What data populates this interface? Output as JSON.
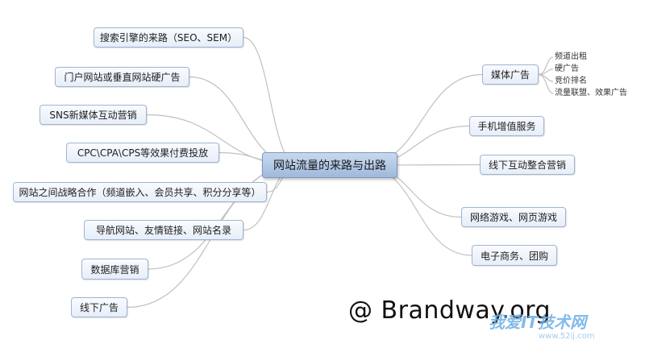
{
  "center": "网站流量的来路与出路",
  "left": [
    {
      "label": "搜索引擎的来路（SEO、SEM）"
    },
    {
      "label": "门户网站或垂直网站硬广告"
    },
    {
      "label": "SNS新媒体互动营销"
    },
    {
      "label": "CPC\\CPA\\CPS等效果付费投放"
    },
    {
      "label": "网站之间战略合作（频道嵌入、会员共享、积分分享等）"
    },
    {
      "label": "导航网站、友情链接、网站名录"
    },
    {
      "label": "数据库营销"
    },
    {
      "label": "线下广告"
    }
  ],
  "right": [
    {
      "label": "媒体广告",
      "children": [
        "频道出租",
        "硬广告",
        "竞价排名",
        "流量联盟、效果广告"
      ]
    },
    {
      "label": "手机增值服务"
    },
    {
      "label": "线下互动整合营销"
    },
    {
      "label": "网络游戏、网页游戏"
    },
    {
      "label": "电子商务、团购"
    }
  ],
  "brand": "@ Brandway.org",
  "watermark": "我爱IT技术网",
  "watermark_url": "www.52ij.com",
  "colors": {
    "line": "#c0c0c0",
    "node_border": "#9fb4d2",
    "center_fill": "#b7cce8"
  }
}
